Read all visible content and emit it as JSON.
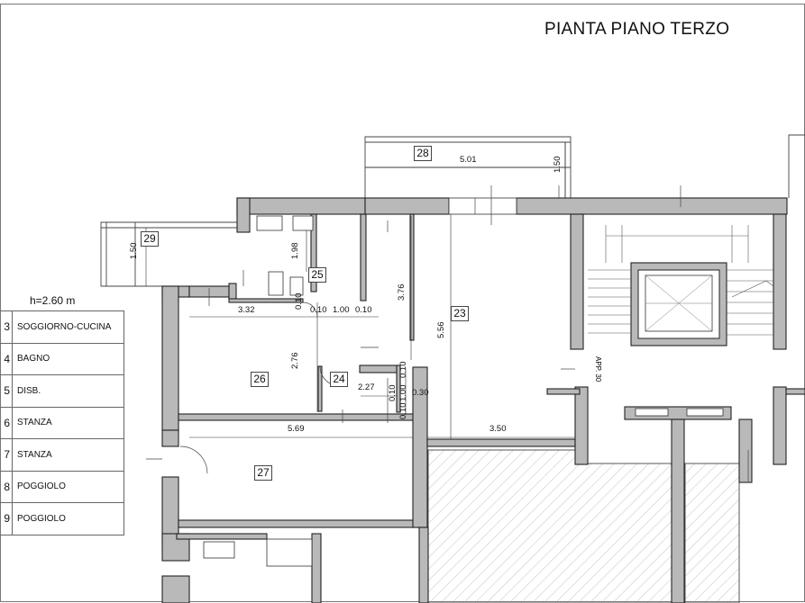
{
  "title": "PIANTA PIANO TERZO",
  "legend": {
    "header": "h=2.60 m",
    "rows": [
      {
        "num": "3",
        "label": "SOGGIORNO-CUCINA"
      },
      {
        "num": "4",
        "label": "BAGNO"
      },
      {
        "num": "5",
        "label": "DISB."
      },
      {
        "num": "6",
        "label": "STANZA"
      },
      {
        "num": "7",
        "label": "STANZA"
      },
      {
        "num": "8",
        "label": "POGGIOLO"
      },
      {
        "num": "9",
        "label": "POGGIOLO"
      }
    ]
  },
  "rooms": {
    "r23": "23",
    "r24": "24",
    "r25": "25",
    "r26": "26",
    "r27": "27",
    "r28": "28",
    "r29": "29"
  },
  "dims": {
    "d501": "5.01",
    "d150a": "1.50",
    "d150b": "1.50",
    "d198": "1.98",
    "d376": "3.76",
    "d556": "5.56",
    "d332": "3.32",
    "d010a": "0.10",
    "d100a": "1.00",
    "d010b": "0.10",
    "d010v": "0.10",
    "d276": "2.76",
    "d227": "2.27",
    "d010c": "0.10",
    "d100b": "1.00",
    "d030": "0.30",
    "d010d": "0.10",
    "d010e": "0.10",
    "d569": "5.69",
    "d350": "3.50"
  },
  "stair_label": "APP. 30",
  "colors": {
    "wall": "#b5b5b5",
    "line": "#222222",
    "hatch": "#9a9a9a"
  }
}
